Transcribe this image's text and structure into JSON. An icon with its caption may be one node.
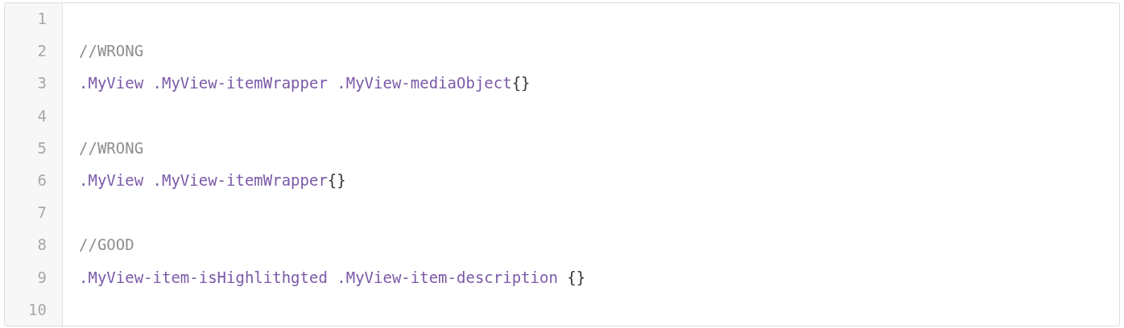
{
  "diagram": {
    "labels": [
      "1",
      "2",
      "//WRONG",
      "3",
      ".MyView .MyView-itemWrapper .MyView-mediaObject{}",
      "4",
      "5",
      "//WRONG",
      "6",
      ".MyView .MyView-itemWrapper{}",
      "7",
      "8",
      "//GOOD",
      "9",
      ".MyView-item-isHighlithgted .MyView-item-description {}",
      "10"
    ]
  }
}
